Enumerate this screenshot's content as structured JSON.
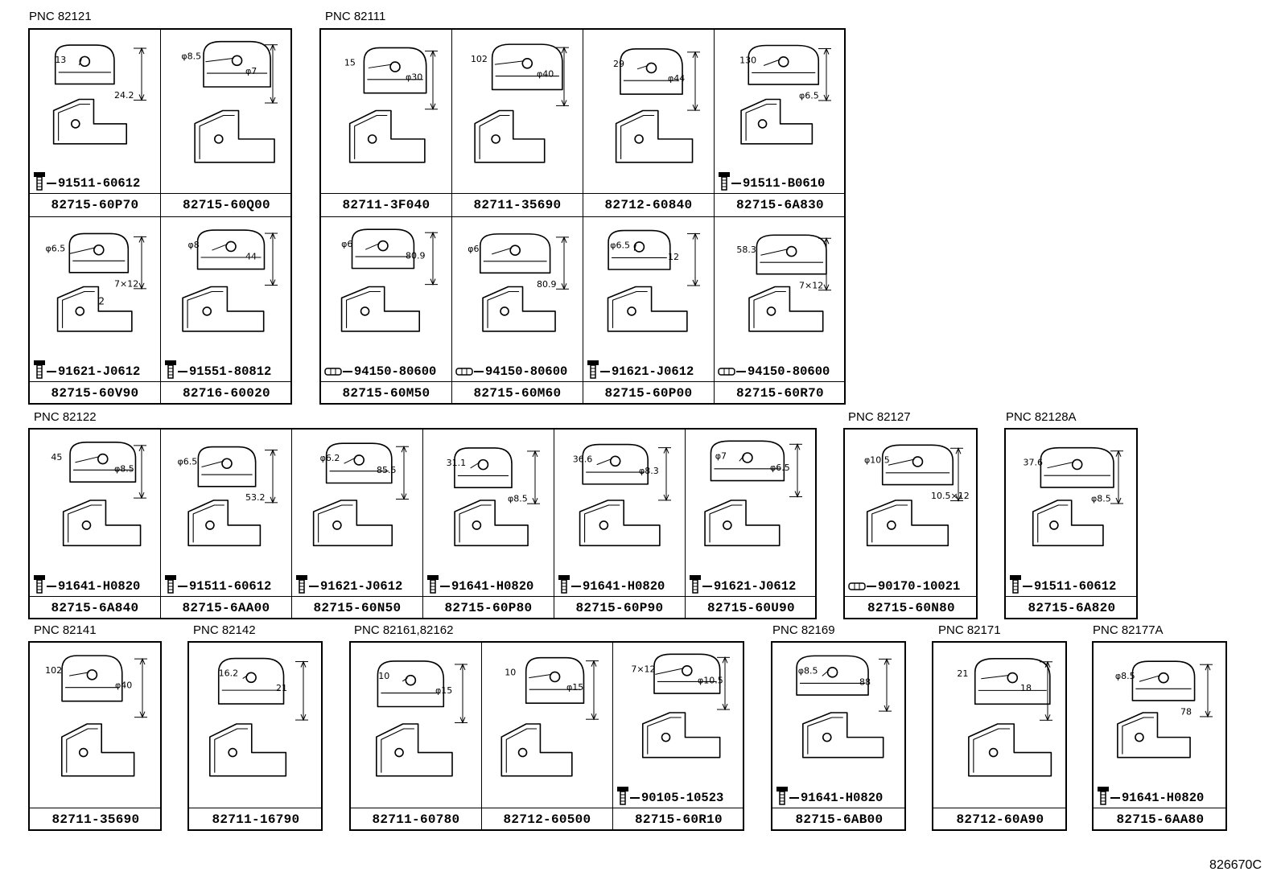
{
  "diagram_ref": "826670C",
  "groups": [
    {
      "pnc": "PNC 82121",
      "cols": 2,
      "rows": 2,
      "cells": [
        {
          "part": "82715-60P70",
          "bolt": "91511-60612",
          "fastener": "bolt",
          "dims": [
            "13",
            "24.2"
          ]
        },
        {
          "part": "82715-60Q00",
          "bolt": "",
          "fastener": "",
          "dims": [
            "φ8.5",
            "φ7"
          ]
        },
        {
          "part": "82715-60V90",
          "bolt": "91621-J0612",
          "fastener": "bolt",
          "dims": [
            "φ6.5",
            "7×12",
            "2"
          ]
        },
        {
          "part": "82716-60020",
          "bolt": "91551-80812",
          "fastener": "bolt",
          "dims": [
            "φ8",
            "44"
          ]
        }
      ]
    },
    {
      "pnc": "PNC 82111",
      "cols": 4,
      "rows": 2,
      "cells": [
        {
          "part": "82711-3F040",
          "bolt": "",
          "fastener": "",
          "dims": [
            "15",
            "φ30"
          ]
        },
        {
          "part": "82711-35690",
          "bolt": "",
          "fastener": "",
          "dims": [
            "102",
            "φ40"
          ]
        },
        {
          "part": "82712-60840",
          "bolt": "",
          "fastener": "",
          "dims": [
            "29",
            "φ44"
          ]
        },
        {
          "part": "82715-6A830",
          "bolt": "91511-B0610",
          "fastener": "bolt",
          "dims": [
            "130",
            "φ6.5"
          ]
        },
        {
          "part": "82715-60M50",
          "bolt": "94150-80600",
          "fastener": "nut",
          "dims": [
            "φ6",
            "80.9"
          ]
        },
        {
          "part": "82715-60M60",
          "bolt": "94150-80600",
          "fastener": "nut",
          "dims": [
            "φ6",
            "80.9"
          ]
        },
        {
          "part": "82715-60P00",
          "bolt": "91621-J0612",
          "fastener": "bolt",
          "dims": [
            "φ6.5",
            "12"
          ]
        },
        {
          "part": "82715-60R70",
          "bolt": "94150-80600",
          "fastener": "nut",
          "dims": [
            "58.3",
            "7×12"
          ]
        }
      ]
    },
    {
      "pnc": "PNC 82122",
      "cols": 6,
      "rows": 1,
      "cells": [
        {
          "part": "82715-6A840",
          "bolt": "91641-H0820",
          "fastener": "bolt",
          "dims": [
            "45",
            "φ8.5"
          ]
        },
        {
          "part": "82715-6AA00",
          "bolt": "91511-60612",
          "fastener": "bolt",
          "dims": [
            "φ6.5",
            "53.2"
          ]
        },
        {
          "part": "82715-60N50",
          "bolt": "91621-J0612",
          "fastener": "bolt",
          "dims": [
            "φ6.2",
            "85.5"
          ]
        },
        {
          "part": "82715-60P80",
          "bolt": "91641-H0820",
          "fastener": "bolt",
          "dims": [
            "31.1",
            "φ8.5"
          ]
        },
        {
          "part": "82715-60P90",
          "bolt": "91641-H0820",
          "fastener": "bolt",
          "dims": [
            "36.6",
            "φ8.3"
          ]
        },
        {
          "part": "82715-60U90",
          "bolt": "91621-J0612",
          "fastener": "bolt",
          "dims": [
            "φ7",
            "φ6.5"
          ]
        }
      ]
    },
    {
      "pnc": "PNC 82127",
      "cols": 1,
      "rows": 1,
      "cells": [
        {
          "part": "82715-60N80",
          "bolt": "90170-10021",
          "fastener": "nut",
          "dims": [
            "φ10.5",
            "10.5×12"
          ]
        }
      ]
    },
    {
      "pnc": "PNC 82128A",
      "cols": 1,
      "rows": 1,
      "cells": [
        {
          "part": "82715-6A820",
          "bolt": "91511-60612",
          "fastener": "bolt",
          "dims": [
            "37.6",
            "φ8.5"
          ]
        }
      ]
    },
    {
      "pnc": "PNC 82141",
      "cols": 1,
      "rows": 1,
      "cells": [
        {
          "part": "82711-35690",
          "bolt": "",
          "fastener": "",
          "dims": [
            "102",
            "φ40"
          ]
        }
      ]
    },
    {
      "pnc": "PNC 82142",
      "cols": 1,
      "rows": 1,
      "cells": [
        {
          "part": "82711-16790",
          "bolt": "",
          "fastener": "",
          "dims": [
            "16.2",
            "21"
          ]
        }
      ]
    },
    {
      "pnc": "PNC 82161,82162",
      "cols": 3,
      "rows": 1,
      "cells": [
        {
          "part": "82711-60780",
          "bolt": "",
          "fastener": "",
          "dims": [
            "10",
            "φ15"
          ]
        },
        {
          "part": "82712-60500",
          "bolt": "",
          "fastener": "",
          "dims": [
            "10",
            "φ15"
          ]
        },
        {
          "part": "82715-60R10",
          "bolt": "90105-10523",
          "fastener": "bolt",
          "dims": [
            "7×12",
            "φ10.5"
          ]
        }
      ]
    },
    {
      "pnc": "PNC 82169",
      "cols": 1,
      "rows": 1,
      "cells": [
        {
          "part": "82715-6AB00",
          "bolt": "91641-H0820",
          "fastener": "bolt",
          "dims": [
            "φ8.5",
            "88"
          ]
        }
      ]
    },
    {
      "pnc": "PNC 82171",
      "cols": 1,
      "rows": 1,
      "cells": [
        {
          "part": "82712-60A90",
          "bolt": "",
          "fastener": "",
          "dims": [
            "21",
            "18"
          ]
        }
      ]
    },
    {
      "pnc": "PNC 82177A",
      "cols": 1,
      "rows": 1,
      "cells": [
        {
          "part": "82715-6AA80",
          "bolt": "91641-H0820",
          "fastener": "bolt",
          "dims": [
            "φ8.5",
            "78"
          ]
        }
      ]
    }
  ]
}
